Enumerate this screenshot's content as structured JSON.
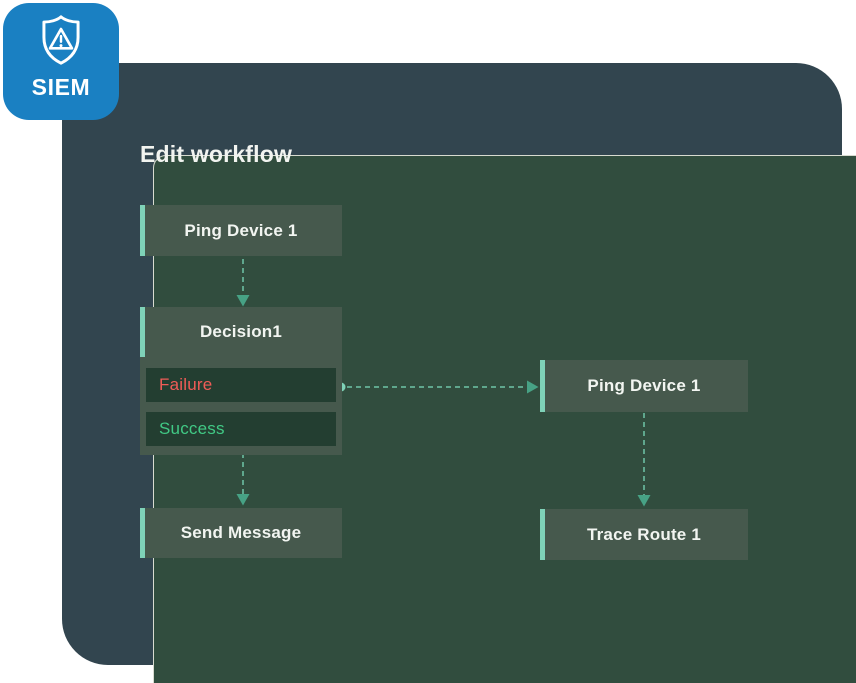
{
  "badge": {
    "label": "SIEM",
    "icon": "shield-warning-icon",
    "background_color": "#1a80c2"
  },
  "editor": {
    "title": "Edit workflow"
  },
  "workflow": {
    "nodes": [
      {
        "id": "ping-device-1-left",
        "label": "Ping Device 1",
        "type": "action"
      },
      {
        "id": "decision-1",
        "label": "Decision1",
        "type": "decision",
        "branches": [
          {
            "id": "failure",
            "label": "Failure",
            "color": "#f05c57"
          },
          {
            "id": "success",
            "label": "Success",
            "color": "#41c985"
          }
        ]
      },
      {
        "id": "send-message",
        "label": "Send Message",
        "type": "action"
      },
      {
        "id": "ping-device-1-right",
        "label": "Ping Device 1",
        "type": "action"
      },
      {
        "id": "trace-route-1",
        "label": "Trace Route 1",
        "type": "action"
      }
    ],
    "connections": [
      {
        "from": "ping-device-1-left",
        "to": "decision-1",
        "style": "dashed-arrow"
      },
      {
        "from": "decision-1.failure",
        "to": "ping-device-1-right",
        "style": "dashed-arrow-with-dot"
      },
      {
        "from": "decision-1.success",
        "to": "send-message",
        "style": "dashed-arrow-with-dot"
      },
      {
        "from": "ping-device-1-right",
        "to": "trace-route-1",
        "style": "dashed-arrow"
      }
    ]
  },
  "colors": {
    "outer_card": "#32454f",
    "panel_background": "#314d3e",
    "panel_border": "#d8dbd0",
    "node_fill": "#46594d",
    "node_text": "#f2f5f1",
    "branch_fill": "#233e31",
    "accent_teal": "#7fd2b8",
    "connector": "#5fa78d",
    "arrowhead": "#47a285",
    "failure_text": "#f05c57",
    "success_text": "#41c985",
    "badge_blue": "#1a80c2"
  }
}
